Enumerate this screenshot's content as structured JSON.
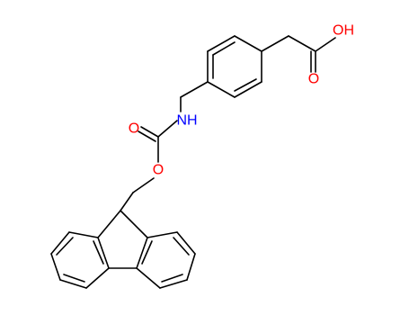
{
  "atoms": {
    "oh": {
      "text": "OH",
      "color": "#ff0000"
    },
    "o_acid": {
      "text": "O",
      "color": "#ff0000"
    },
    "nh": {
      "text": "NH",
      "color": "#0000ff"
    },
    "o_carbonyl": {
      "text": "O",
      "color": "#ff0000"
    },
    "o_ester": {
      "text": "O",
      "color": "#ff0000"
    }
  },
  "colors": {
    "bond": "#000000",
    "background": "#ffffff"
  }
}
